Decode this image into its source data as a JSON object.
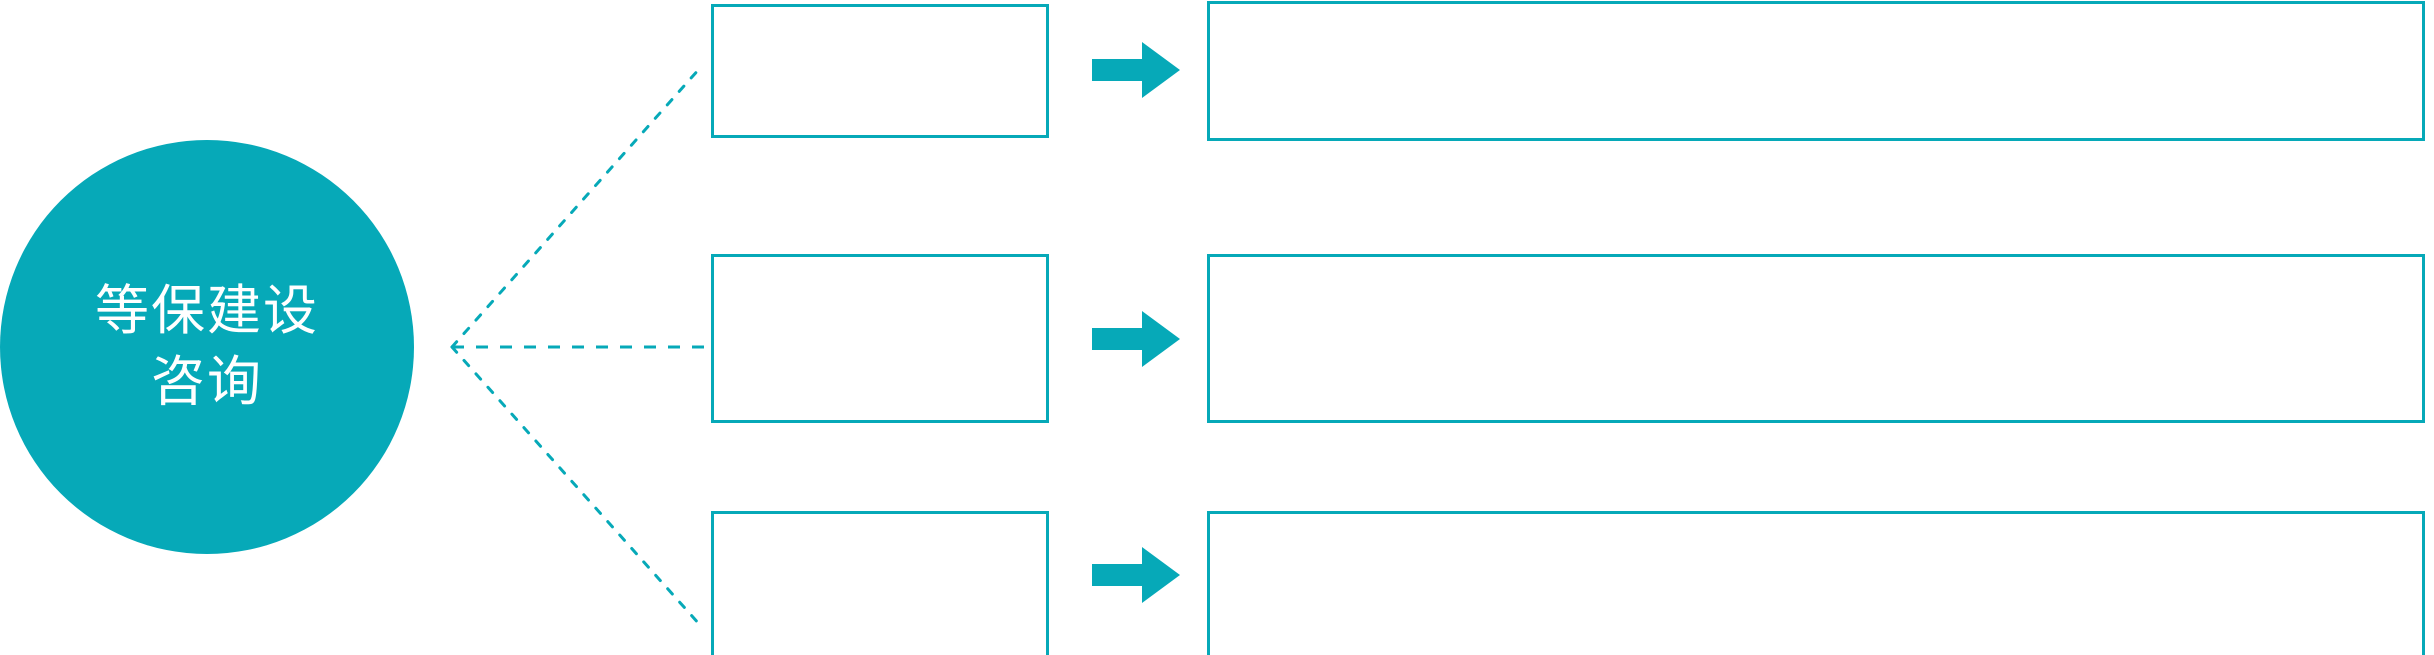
{
  "diagram": {
    "title": "",
    "accent_color": "#06A9B8",
    "background_color": "#FFFFFF",
    "hub": {
      "name": "hub-node",
      "shape": "circle",
      "fill": "#06A9B8",
      "text_color": "#FFFFFF",
      "lines": [
        "等保建设",
        "咨询"
      ]
    },
    "connector": {
      "style": "dotted",
      "color": "#06A9B8",
      "origin_label": "hub",
      "branch_count": 3
    },
    "arrow": {
      "name": "right-arrow-icon",
      "color": "#06A9B8",
      "direction": "right"
    },
    "rows": [
      {
        "index": 1,
        "stage_label": "",
        "detail_label": "",
        "arrow_label": ""
      },
      {
        "index": 2,
        "stage_label": "",
        "detail_label": "",
        "arrow_label": ""
      },
      {
        "index": 3,
        "stage_label": "",
        "detail_label": "",
        "arrow_label": ""
      }
    ]
  }
}
